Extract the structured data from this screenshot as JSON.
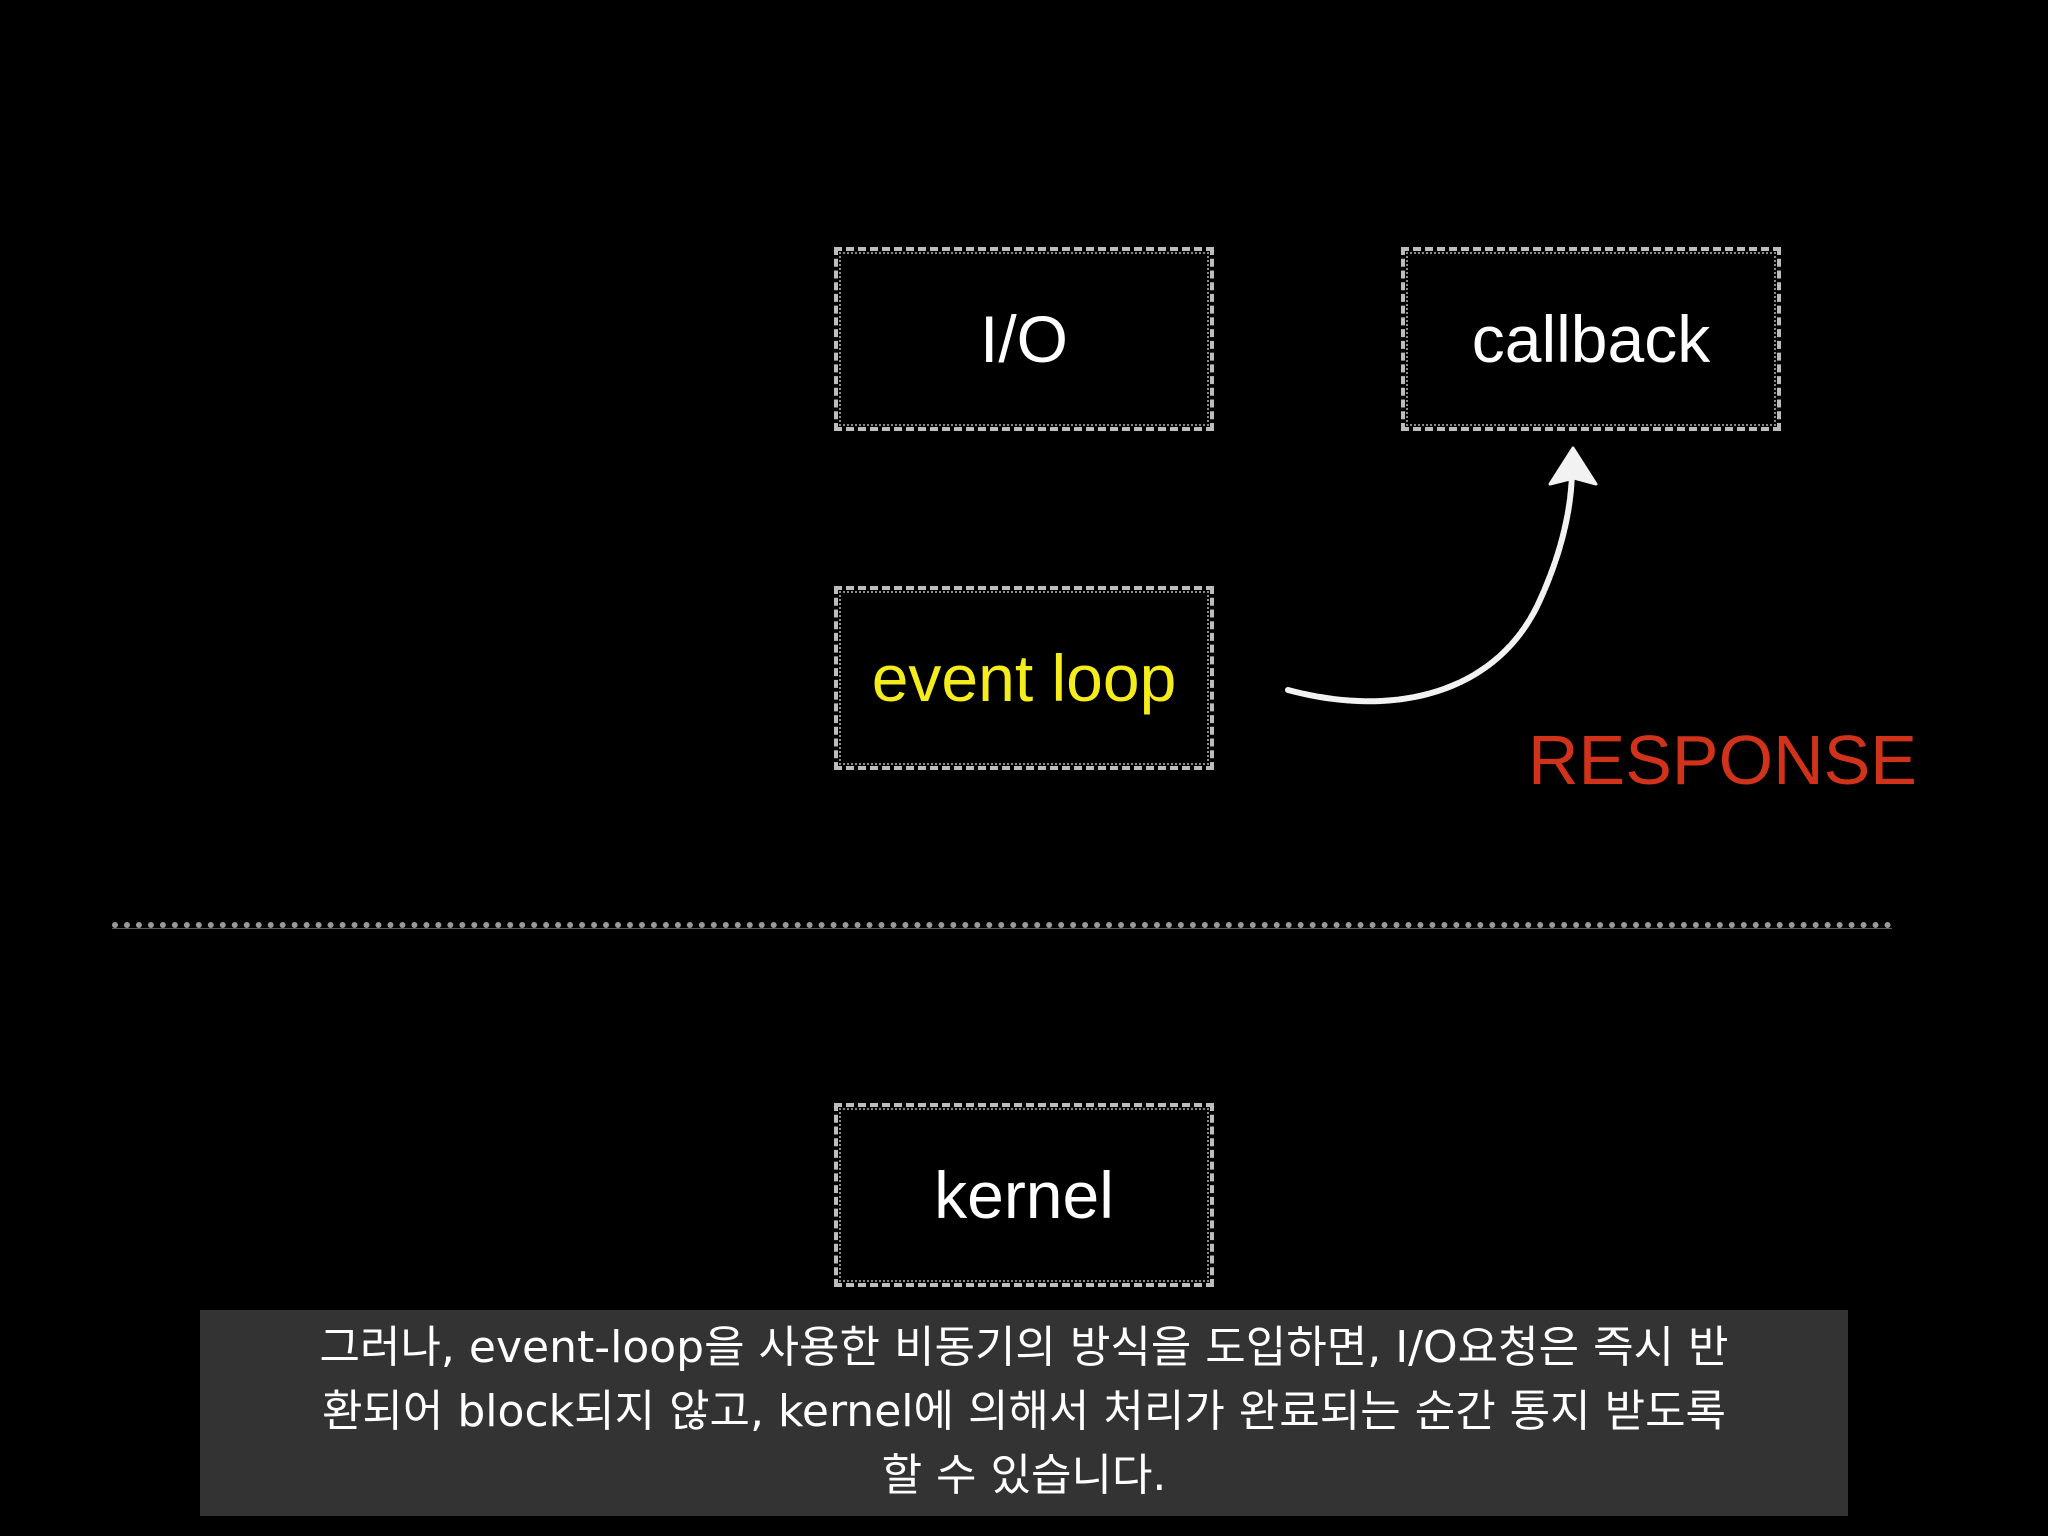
{
  "diagram": {
    "boxes": {
      "io": "I/O",
      "callback": "callback",
      "event_loop": "event loop",
      "kernel": "kernel"
    },
    "response_label": "RESPONSE",
    "colors": {
      "background": "#000000",
      "event_loop_text": "#f5ec1b",
      "response_text": "#d0321a",
      "box_border": "#bdbdbd",
      "subtitle_bg": "#333333"
    }
  },
  "subtitle": {
    "lines": [
      "그러나, event-loop을 사용한 비동기의 방식을 도입하면, I/O요청은 즉시 반",
      "환되어 block되지 않고, kernel에 의해서 처리가 완료되는 순간 통지 받도록",
      "할 수 있습니다."
    ]
  }
}
